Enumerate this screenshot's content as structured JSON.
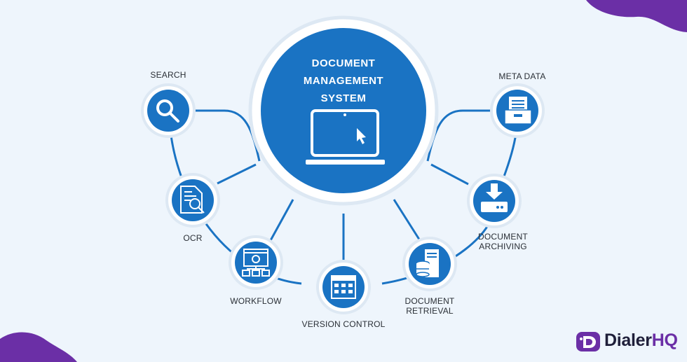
{
  "title_lines": [
    "DOCUMENT",
    "MANAGEMENT",
    "SYSTEM"
  ],
  "nodes": {
    "search": {
      "label_lines": [
        "SEARCH"
      ],
      "icon": "search-icon"
    },
    "ocr": {
      "label_lines": [
        "OCR"
      ],
      "icon": "ocr-document-icon"
    },
    "workflow": {
      "label_lines": [
        "WORKFLOW"
      ],
      "icon": "workflow-icon"
    },
    "version_control": {
      "label_lines": [
        "VERSION CONTROL"
      ],
      "icon": "version-grid-icon"
    },
    "document_retrieval": {
      "label_lines": [
        "DOCUMENT",
        "RETRIEVAL"
      ],
      "icon": "server-icon"
    },
    "document_archiving": {
      "label_lines": [
        "DOCUMENT",
        "ARCHIVING"
      ],
      "icon": "download-drive-icon"
    },
    "meta_data": {
      "label_lines": [
        "META DATA"
      ],
      "icon": "file-tray-icon"
    }
  },
  "brand": {
    "name_prefix": "Dialer",
    "name_suffix": "HQ",
    "icon": "dialerhq-logo-icon"
  },
  "colors": {
    "primary": "#1a73c3",
    "line": "#1a73c3",
    "background": "#eef5fc",
    "accent": "#6b2fa6",
    "ring": "#dde8f3"
  }
}
